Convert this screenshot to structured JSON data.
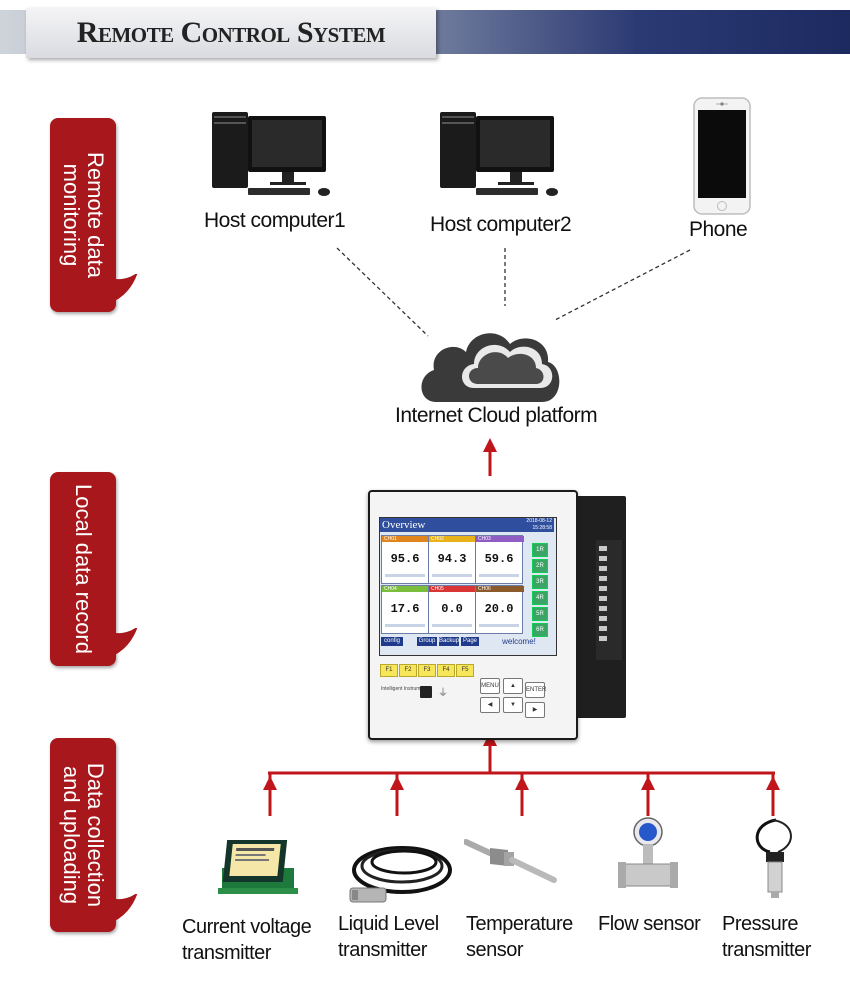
{
  "header": {
    "title": "Remote Control System"
  },
  "sections": [
    {
      "label_line1": "Remote data",
      "label_line2": "monitoring"
    },
    {
      "label_line1": "Local data record",
      "label_line2": ""
    },
    {
      "label_line1": "Data collection",
      "label_line2": "and uploading"
    }
  ],
  "remote": {
    "host1": "Host computer1",
    "host2": "Host computer2",
    "phone": "Phone",
    "cloud": "Internet Cloud platform"
  },
  "recorder": {
    "screen_title": "Overview",
    "date": "2018-08-12",
    "time": "15:28:58",
    "channels": [
      {
        "name": "CH01",
        "value": "95.6",
        "color": "#e0861c"
      },
      {
        "name": "CH02",
        "value": "94.3",
        "color": "#e8b21a"
      },
      {
        "name": "CH03",
        "value": "59.6",
        "color": "#8e5cc2"
      },
      {
        "name": "CH04",
        "value": "17.6",
        "color": "#7bbd3c"
      },
      {
        "name": "CH05",
        "value": "0.0",
        "color": "#d93535"
      },
      {
        "name": "CH06",
        "value": "20.0",
        "color": "#8b5a2b"
      }
    ],
    "side_buttons": [
      "1R",
      "2R",
      "3R",
      "4R",
      "5R",
      "6R"
    ],
    "bottom_tabs": [
      "config",
      "Group",
      "Backup",
      "Page"
    ],
    "welcome": "welcome!",
    "fkeys": [
      "F1",
      "F2",
      "F3",
      "F4",
      "F5"
    ],
    "brand": "Intelligent Instrument",
    "menu": "MENU",
    "enter": "ENTER"
  },
  "sensors": [
    {
      "line1": "Current voltage",
      "line2": "transmitter"
    },
    {
      "line1": "Liquid Level",
      "line2": "transmitter"
    },
    {
      "line1": "Temperature",
      "line2": "sensor"
    },
    {
      "line1": "Flow sensor",
      "line2": ""
    },
    {
      "line1": "Pressure",
      "line2": "transmitter"
    }
  ],
  "colors": {
    "tab": "#a8171b",
    "arrow": "#c0151a",
    "header_dark": "#1c2a60"
  }
}
